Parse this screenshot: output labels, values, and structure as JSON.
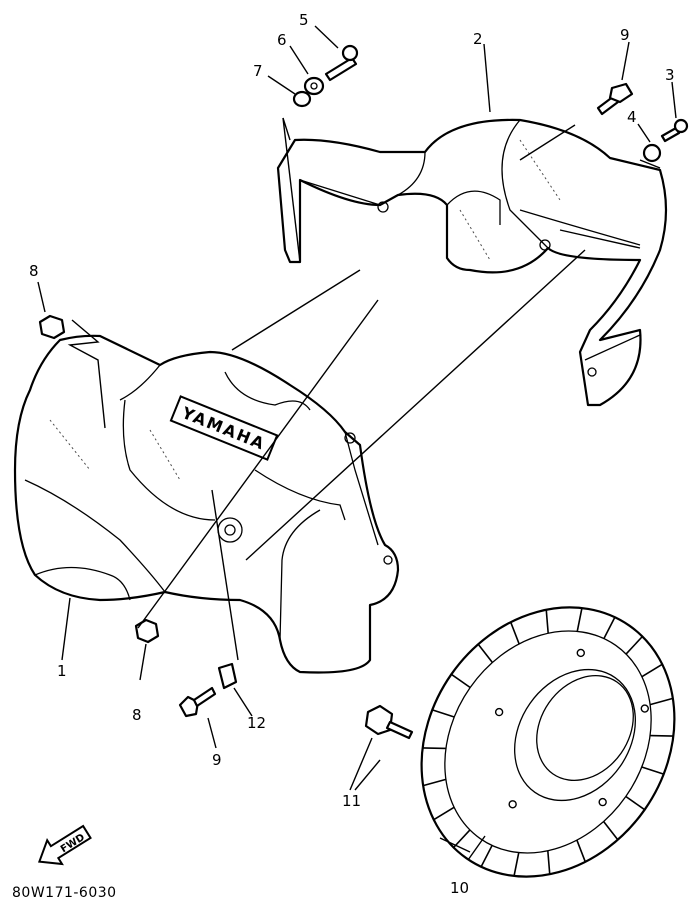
{
  "diagram_code": "80W171-6030",
  "brand_text": "YAMAHA",
  "front_arrow_text": "FWD",
  "callouts": [
    "5",
    "6",
    "7",
    "2",
    "9",
    "3",
    "4",
    "8",
    "1",
    "8",
    "9",
    "12",
    "11",
    "10"
  ],
  "parts": [
    {
      "label": "2",
      "name": "upper fan shroud"
    },
    {
      "label": "1",
      "name": "lower fan shroud"
    },
    {
      "label": "10",
      "name": "cooling fan flywheel"
    },
    {
      "label": "3",
      "name": "screw"
    },
    {
      "label": "4",
      "name": "washer"
    },
    {
      "label": "5",
      "name": "screw"
    },
    {
      "label": "6",
      "name": "washer"
    },
    {
      "label": "7",
      "name": "grommet"
    },
    {
      "label": "8",
      "name": "nut"
    },
    {
      "label": "9",
      "name": "bolt"
    },
    {
      "label": "11",
      "name": "bolt"
    },
    {
      "label": "12",
      "name": "collar"
    }
  ]
}
